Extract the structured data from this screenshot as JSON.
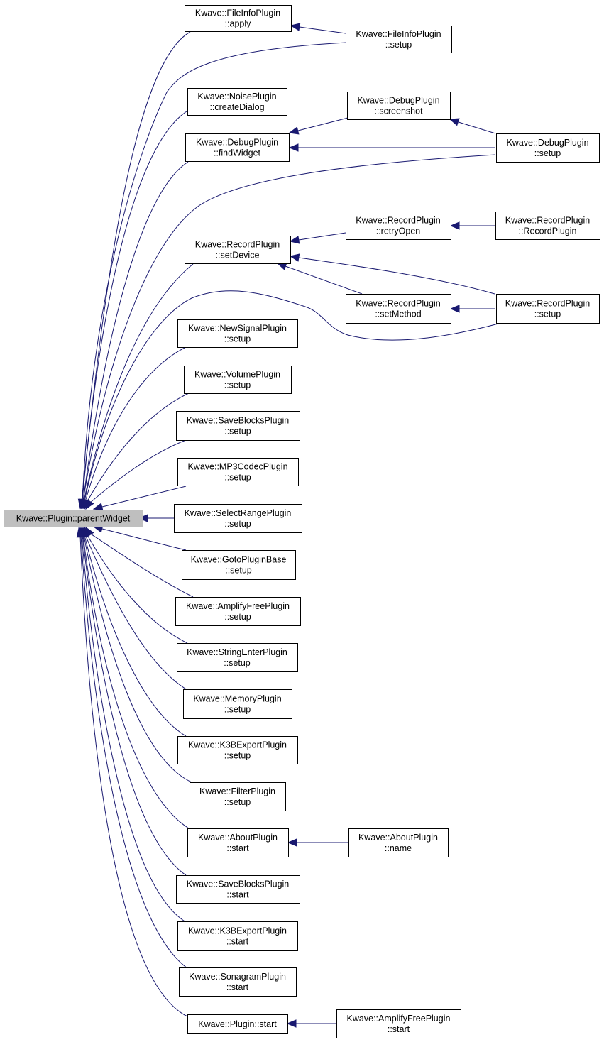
{
  "colors": {
    "edge": "#191970",
    "root_fill": "#bfbfbf",
    "node_fill": "#ffffff",
    "border": "#000000"
  },
  "nodes": {
    "parentWidget": {
      "lines": [
        "Kwave::Plugin::parentWidget"
      ]
    },
    "fileinfo_apply": {
      "lines": [
        "Kwave::FileInfoPlugin",
        "::apply"
      ]
    },
    "fileinfo_setup": {
      "lines": [
        "Kwave::FileInfoPlugin",
        "::setup"
      ]
    },
    "noise_createDialog": {
      "lines": [
        "Kwave::NoisePlugin",
        "::createDialog"
      ]
    },
    "debug_screenshot": {
      "lines": [
        "Kwave::DebugPlugin",
        "::screenshot"
      ]
    },
    "debug_findWidget": {
      "lines": [
        "Kwave::DebugPlugin",
        "::findWidget"
      ]
    },
    "debug_setup": {
      "lines": [
        "Kwave::DebugPlugin",
        "::setup"
      ]
    },
    "record_retryOpen": {
      "lines": [
        "Kwave::RecordPlugin",
        "::retryOpen"
      ]
    },
    "record_ctor": {
      "lines": [
        "Kwave::RecordPlugin",
        "::RecordPlugin"
      ]
    },
    "record_setDevice": {
      "lines": [
        "Kwave::RecordPlugin",
        "::setDevice"
      ]
    },
    "record_setMethod": {
      "lines": [
        "Kwave::RecordPlugin",
        "::setMethod"
      ]
    },
    "record_setup": {
      "lines": [
        "Kwave::RecordPlugin",
        "::setup"
      ]
    },
    "newsignal_setup": {
      "lines": [
        "Kwave::NewSignalPlugin",
        "::setup"
      ]
    },
    "volume_setup": {
      "lines": [
        "Kwave::VolumePlugin",
        "::setup"
      ]
    },
    "saveblocks_setup": {
      "lines": [
        "Kwave::SaveBlocksPlugin",
        "::setup"
      ]
    },
    "mp3codec_setup": {
      "lines": [
        "Kwave::MP3CodecPlugin",
        "::setup"
      ]
    },
    "selectrange_setup": {
      "lines": [
        "Kwave::SelectRangePlugin",
        "::setup"
      ]
    },
    "gotobase_setup": {
      "lines": [
        "Kwave::GotoPluginBase",
        "::setup"
      ]
    },
    "amplifyfree_setup": {
      "lines": [
        "Kwave::AmplifyFreePlugin",
        "::setup"
      ]
    },
    "stringenter_setup": {
      "lines": [
        "Kwave::StringEnterPlugin",
        "::setup"
      ]
    },
    "memory_setup": {
      "lines": [
        "Kwave::MemoryPlugin",
        "::setup"
      ]
    },
    "k3bexport_setup": {
      "lines": [
        "Kwave::K3BExportPlugin",
        "::setup"
      ]
    },
    "filter_setup": {
      "lines": [
        "Kwave::FilterPlugin",
        "::setup"
      ]
    },
    "about_start": {
      "lines": [
        "Kwave::AboutPlugin",
        "::start"
      ]
    },
    "about_name": {
      "lines": [
        "Kwave::AboutPlugin",
        "::name"
      ]
    },
    "saveblocks_start": {
      "lines": [
        "Kwave::SaveBlocksPlugin",
        "::start"
      ]
    },
    "k3bexport_start": {
      "lines": [
        "Kwave::K3BExportPlugin",
        "::start"
      ]
    },
    "sonagram_start": {
      "lines": [
        "Kwave::SonagramPlugin",
        "::start"
      ]
    },
    "plugin_start": {
      "lines": [
        "Kwave::Plugin::start"
      ]
    },
    "amplifyfree_start": {
      "lines": [
        "Kwave::AmplifyFreePlugin",
        "::start"
      ]
    }
  },
  "edges": [
    {
      "from": "fileinfo_apply",
      "to": "parentWidget"
    },
    {
      "from": "fileinfo_setup",
      "to": "parentWidget"
    },
    {
      "from": "fileinfo_setup",
      "to": "fileinfo_apply"
    },
    {
      "from": "noise_createDialog",
      "to": "parentWidget"
    },
    {
      "from": "debug_findWidget",
      "to": "parentWidget"
    },
    {
      "from": "debug_screenshot",
      "to": "debug_findWidget"
    },
    {
      "from": "debug_setup",
      "to": "debug_findWidget"
    },
    {
      "from": "debug_setup",
      "to": "debug_screenshot"
    },
    {
      "from": "debug_setup",
      "to": "parentWidget"
    },
    {
      "from": "record_setDevice",
      "to": "parentWidget"
    },
    {
      "from": "record_retryOpen",
      "to": "record_setDevice"
    },
    {
      "from": "record_ctor",
      "to": "record_retryOpen"
    },
    {
      "from": "record_setMethod",
      "to": "record_setDevice"
    },
    {
      "from": "record_setup",
      "to": "record_setDevice"
    },
    {
      "from": "record_setup",
      "to": "record_setMethod"
    },
    {
      "from": "record_setup",
      "to": "parentWidget"
    },
    {
      "from": "newsignal_setup",
      "to": "parentWidget"
    },
    {
      "from": "volume_setup",
      "to": "parentWidget"
    },
    {
      "from": "saveblocks_setup",
      "to": "parentWidget"
    },
    {
      "from": "mp3codec_setup",
      "to": "parentWidget"
    },
    {
      "from": "selectrange_setup",
      "to": "parentWidget"
    },
    {
      "from": "gotobase_setup",
      "to": "parentWidget"
    },
    {
      "from": "amplifyfree_setup",
      "to": "parentWidget"
    },
    {
      "from": "stringenter_setup",
      "to": "parentWidget"
    },
    {
      "from": "memory_setup",
      "to": "parentWidget"
    },
    {
      "from": "k3bexport_setup",
      "to": "parentWidget"
    },
    {
      "from": "filter_setup",
      "to": "parentWidget"
    },
    {
      "from": "about_start",
      "to": "parentWidget"
    },
    {
      "from": "about_name",
      "to": "about_start"
    },
    {
      "from": "saveblocks_start",
      "to": "parentWidget"
    },
    {
      "from": "k3bexport_start",
      "to": "parentWidget"
    },
    {
      "from": "sonagram_start",
      "to": "parentWidget"
    },
    {
      "from": "plugin_start",
      "to": "parentWidget"
    },
    {
      "from": "amplifyfree_start",
      "to": "plugin_start"
    }
  ]
}
